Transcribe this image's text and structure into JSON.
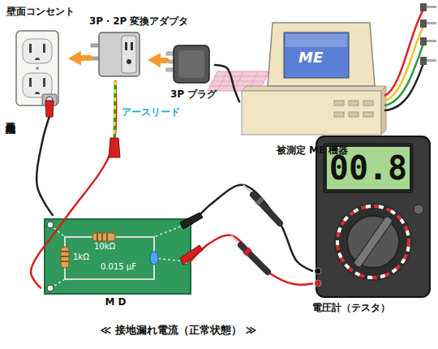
{
  "diagram": {
    "caption": "≪ 接地漏れ電流（正常状態） ≫",
    "nodes": [
      {
        "text": [
          "壁面コンセント"
        ]
      },
      {
        "text": [
          "3P・2P 変換アダプタ"
        ]
      },
      {
        "text": [
          "3P プラグ"
        ]
      },
      {
        "text": [
          "被測定 ME 機器"
        ]
      },
      {
        "text": [
          "M D"
        ]
      },
      {
        "text": [
          "00.8",
          "電圧計（テスタ）"
        ]
      }
    ],
    "edges": [
      {
        "from": 2,
        "to": 1,
        "arrow": "to"
      },
      {
        "from": 1,
        "to": 0,
        "arrow": "to"
      },
      {
        "from": 2,
        "to": 3,
        "arrow": "none"
      },
      {
        "from": 0,
        "to": 4,
        "arrow": "none"
      },
      {
        "from": 1,
        "to": 4,
        "arrow": "none"
      },
      {
        "from": 4,
        "to": 5,
        "arrow": "none"
      },
      {
        "from": 4,
        "to": 5,
        "arrow": "none"
      }
    ],
    "labels": [
      "壁面接地端子",
      "アースリード",
      "10kΩ",
      "1kΩ",
      "0.015 μF",
      "ME"
    ]
  }
}
